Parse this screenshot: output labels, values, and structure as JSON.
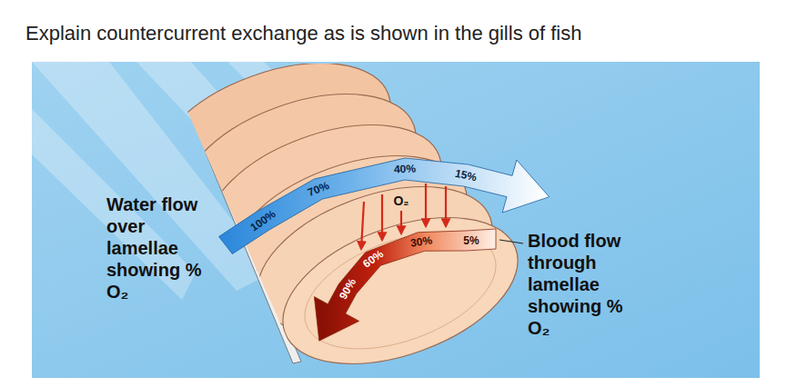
{
  "diagram": {
    "title": "Explain countercurrent exchange as is shown in the gills of fish",
    "labels": [
      "Water flow over lamellae showing % O₂",
      "100%",
      "70%",
      "40%",
      "15%",
      "O₂",
      "90%",
      "60%",
      "30%",
      "5%",
      "Blood flow through lamellae showing % O₂"
    ]
  }
}
